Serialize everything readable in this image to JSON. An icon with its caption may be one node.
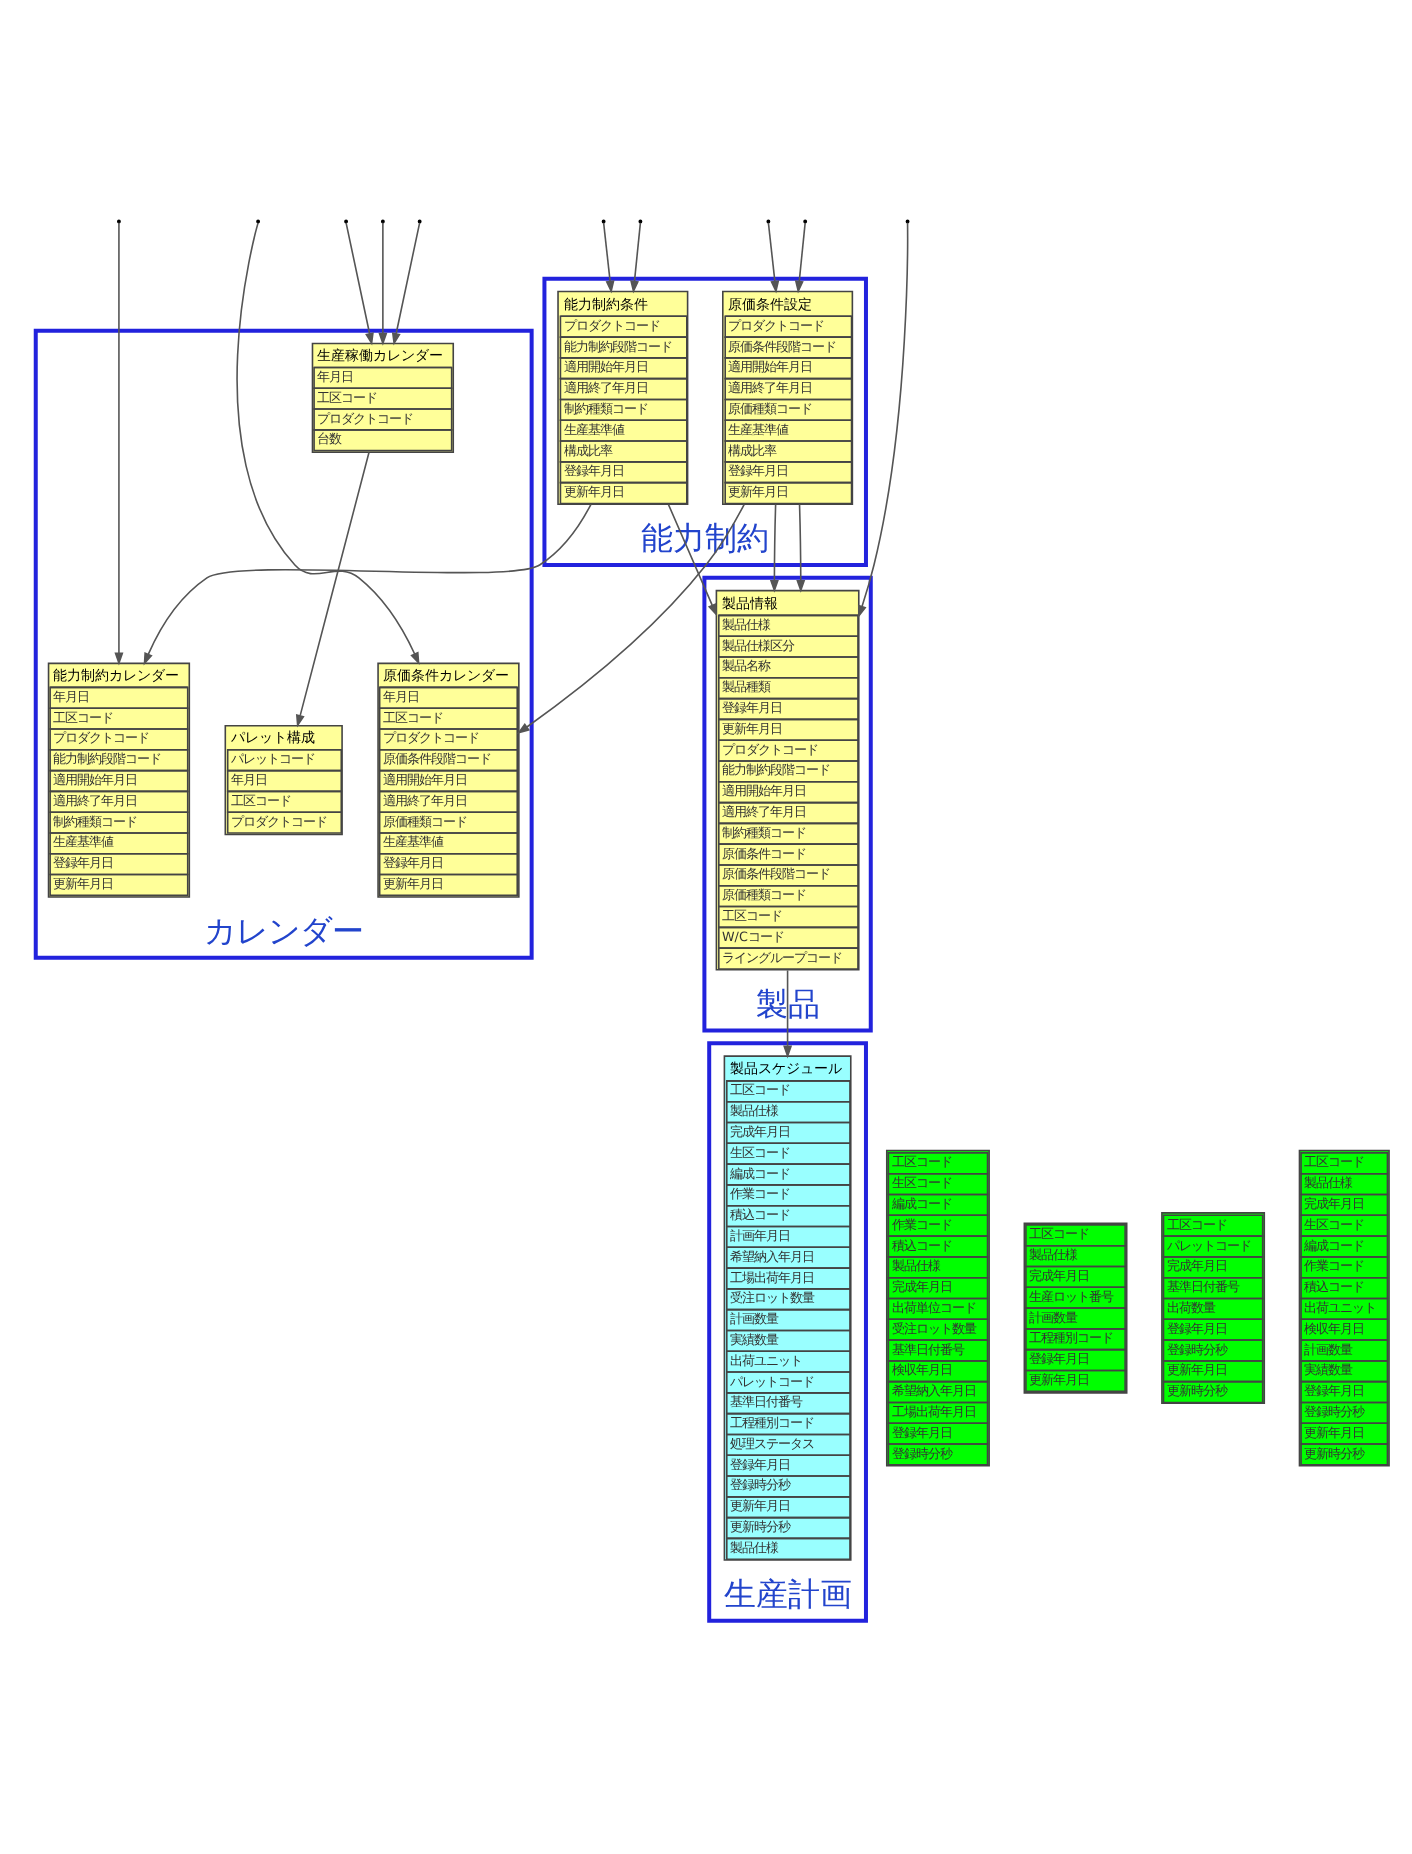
{
  "diagram": {
    "nodes": [
      {
        "text": [
          "能力制約"
        ]
      },
      {
        "text": [
          "能力制約条件",
          "プロダクトコード",
          "能力制約段階コード",
          "適用開始年月日",
          "適用終了年月日",
          "制約種類コード",
          "生産基準値",
          "構成比率",
          "登録年月日",
          "更新年月日"
        ],
        "in": 0
      },
      {
        "text": [
          "原価条件設定",
          "プロダクトコード",
          "原価条件段階コード",
          "適用開始年月日",
          "適用終了年月日",
          "原価種類コード",
          "生産基準値",
          "構成比率",
          "登録年月日",
          "更新年月日"
        ],
        "in": 0
      },
      {
        "text": [
          "製品"
        ]
      },
      {
        "text": [
          "製品情報",
          "製品仕様",
          "製品仕様区分",
          "製品名称",
          "製品種類",
          "登録年月日",
          "更新年月日",
          "プロダクトコード",
          "能力制約段階コード",
          "適用開始年月日",
          "適用終了年月日",
          "制約種類コード",
          "原価条件コード",
          "原価条件段階コード",
          "原価種類コード",
          "工区コード",
          "W/Cコード",
          "ライングループコード"
        ],
        "in": 3
      },
      {
        "text": [
          "カレンダー"
        ]
      },
      {
        "text": [
          "生産稼働カレンダー",
          "年月日",
          "工区コード",
          "プロダクトコード",
          "台数"
        ],
        "in": 5
      },
      {
        "text": [
          "能力制約カレンダー",
          "年月日",
          "工区コード",
          "プロダクトコード",
          "能力制約段階コード",
          "適用開始年月日",
          "適用終了年月日",
          "制約種類コード",
          "生産基準値",
          "登録年月日",
          "更新年月日"
        ],
        "in": 5
      },
      {
        "text": [
          "原価条件カレンダー",
          "年月日",
          "工区コード",
          "プロダクトコード",
          "原価条件段階コード",
          "適用開始年月日",
          "適用終了年月日",
          "原価種類コード",
          "生産基準値",
          "登録年月日",
          "更新年月日"
        ],
        "in": 5
      },
      {
        "text": [
          "パレット構成",
          "パレットコード",
          "年月日",
          "工区コード",
          "プロダクトコード"
        ],
        "in": 5
      },
      {
        "text": [
          "生産計画"
        ]
      },
      {
        "text": [
          "製品スケジュール",
          "工区コード",
          "製品仕様",
          "完成年月日",
          "生区コード",
          "編成コード",
          "作業コード",
          "積込コード",
          "計画年月日",
          "希望納入年月日",
          "工場出荷年月日",
          "受注ロット数量",
          "計画数量",
          "実績数量",
          "出荷ユニット",
          "パレットコード",
          "基準日付番号",
          "工程種別コード",
          "処理ステータス",
          "登録年月日",
          "登録時分秒",
          "更新年月日",
          "更新時分秒",
          "製品仕様"
        ],
        "in": 10
      },
      {
        "text": [
          "工区コード",
          "生区コード",
          "編成コード",
          "作業コード",
          "積込コード",
          "製品仕様",
          "完成年月日",
          "出荷単位コード",
          "受注ロット数量",
          "基準日付番号",
          "検収年月日",
          "希望納入年月日",
          "工場出荷年月日",
          "登録年月日",
          "登録時分秒"
        ]
      },
      {
        "text": [
          "工区コード",
          "製品仕様",
          "完成年月日",
          "生産ロット番号",
          "計画数量",
          "工程種別コード",
          "登録年月日",
          "更新年月日"
        ]
      },
      {
        "text": [
          "工区コード",
          "パレットコード",
          "完成年月日",
          "基準日付番号",
          "出荷数量",
          "登録年月日",
          "登録時分秒",
          "更新年月日",
          "更新時分秒"
        ]
      },
      {
        "text": [
          "工区コード",
          "製品仕様",
          "完成年月日",
          "生区コード",
          "編成コード",
          "作業コード",
          "積込コード",
          "出荷ユニット",
          "検収年月日",
          "計画数量",
          "実績数量",
          "登録年月日",
          "登録時分秒",
          "更新年月日",
          "更新時分秒"
        ]
      }
    ],
    "edges": [
      {
        "from": null,
        "to": 1,
        "arrow": "to"
      },
      {
        "from": null,
        "to": 1,
        "arrow": "to"
      },
      {
        "from": null,
        "to": 2,
        "arrow": "to"
      },
      {
        "from": null,
        "to": 2,
        "arrow": "to"
      },
      {
        "from": 1,
        "to": 7,
        "arrow": "to"
      },
      {
        "from": 1,
        "to": 4,
        "arrow": "to"
      },
      {
        "from": 2,
        "to": 8,
        "arrow": "to"
      },
      {
        "from": 2,
        "to": 4,
        "arrow": "to"
      },
      {
        "from": 2,
        "to": 4,
        "arrow": "to"
      },
      {
        "from": null,
        "to": 4,
        "arrow": "to"
      },
      {
        "from": null,
        "to": 6,
        "arrow": "to"
      },
      {
        "from": null,
        "to": 6,
        "arrow": "to"
      },
      {
        "from": null,
        "to": 6,
        "arrow": "to"
      },
      {
        "from": null,
        "to": 7,
        "arrow": "to"
      },
      {
        "from": null,
        "to": 8,
        "arrow": "to"
      },
      {
        "from": 6,
        "to": 9,
        "arrow": "to"
      },
      {
        "from": 4,
        "to": 11,
        "arrow": "to"
      }
    ]
  }
}
